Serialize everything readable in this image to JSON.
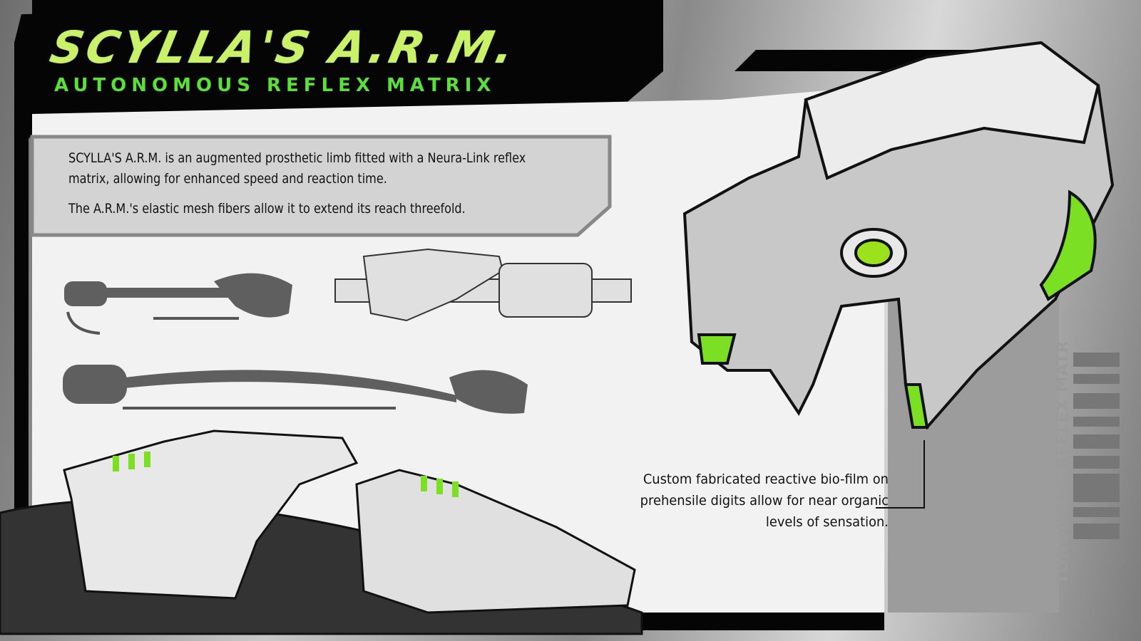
{
  "header": {
    "title": "SCYLLA'S A.R.M.",
    "subtitle": "AUTONOMOUS REFLEX MATRIX"
  },
  "description": {
    "paragraph1": "SCYLLA'S A.R.M. is an augmented prosthetic limb fitted with a Neura-Link reflex matrix, allowing for enhanced speed and reaction time.",
    "paragraph2": "The A.R.M.'s elastic mesh fibers allow it to extend its reach threefold."
  },
  "caption": "Custom fabricated reactive bio-film on prehensile digits allow for near organic levels of sensation.",
  "side_label": "TONOMOUS REFLEX MATRIX",
  "colors": {
    "accent_green": "#7be024",
    "title_green": "#c9f26a",
    "frame": "#050505"
  }
}
